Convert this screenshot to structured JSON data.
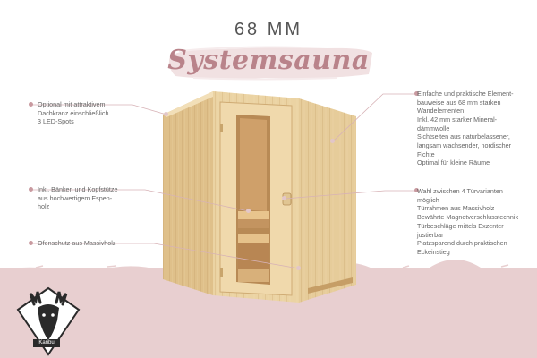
{
  "header": {
    "thickness": "68 MM",
    "product": "Systemsauna"
  },
  "left_callouts": [
    {
      "lines": [
        "Optional mit attraktivem",
        "Dachkranz einschließlich",
        "3 LED-Spots"
      ]
    },
    {
      "lines": [
        "Inkl. Bänken und Kopfstütze",
        "aus hochwertigem Espen-",
        "holz"
      ]
    },
    {
      "lines": [
        "Ofenschutz aus Massivholz"
      ]
    }
  ],
  "right_callouts_top": [
    {
      "lines": [
        "Einfache und praktische Element-",
        "bauweise aus 68 mm starken",
        "Wandelementen"
      ]
    },
    {
      "lines": [
        "Inkl. 42 mm starker Mineral-",
        "dämmwolle"
      ]
    },
    {
      "lines": [
        "Sichtseiten aus naturbelassener,",
        "langsam wachsender, nordischer",
        "Fichte"
      ]
    },
    {
      "lines": [
        "Optimal für kleine Räume"
      ]
    }
  ],
  "right_callouts_bottom": [
    {
      "lines": [
        "Wahl zwischen 4 Türvarianten",
        "möglich"
      ]
    },
    {
      "lines": [
        "Türrahmen aus Massivholz"
      ]
    },
    {
      "lines": [
        "Bewährte Magnetverschlusstechnik"
      ]
    },
    {
      "lines": [
        "Türbeschläge mittels Exzenter",
        "justierbar"
      ]
    },
    {
      "lines": [
        "Platzsparend durch praktischen",
        "Eckeinstieg"
      ]
    }
  ],
  "logo": {
    "label": "Karibu",
    "icon": "deer-head-icon"
  },
  "colors": {
    "accent": "#c99aa0",
    "floor": "#e8cfd0",
    "wood_light": "#ead2a4",
    "wood_mid": "#dcbc86",
    "wood_dark": "#c79f66"
  }
}
